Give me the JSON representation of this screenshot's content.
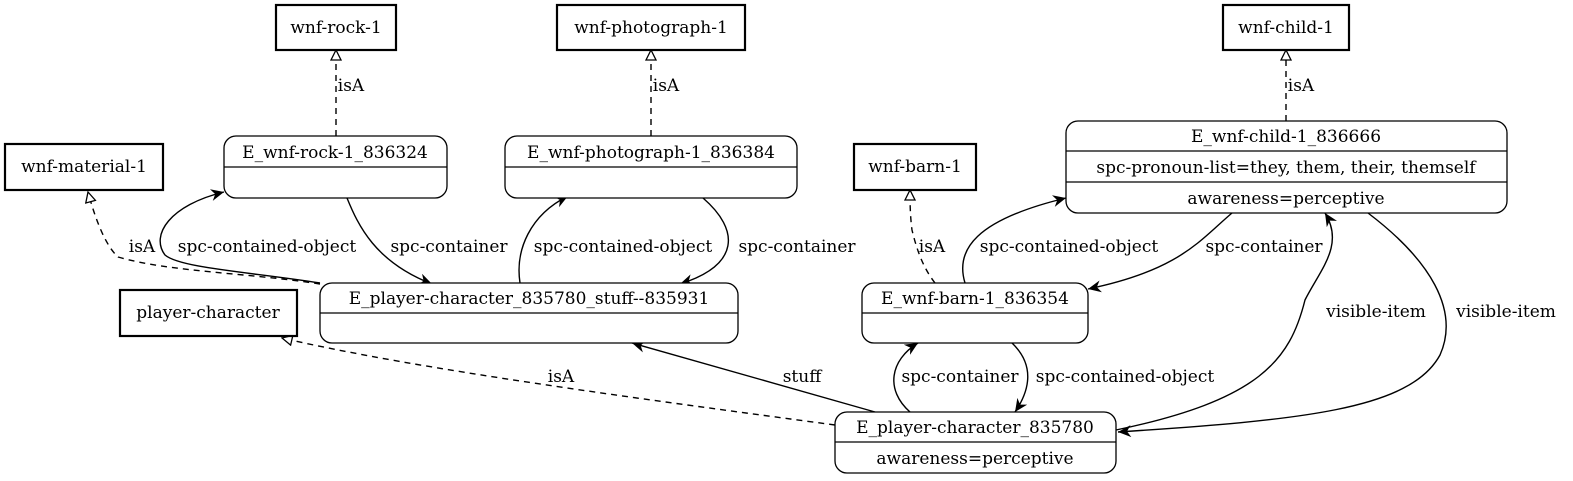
{
  "classes": {
    "rock": "wnf-rock-1",
    "photograph": "wnf-photograph-1",
    "child": "wnf-child-1",
    "material": "wnf-material-1",
    "barn": "wnf-barn-1",
    "player": "player-character"
  },
  "entities": {
    "rock": {
      "name": "E_wnf-rock-1_836324"
    },
    "photograph": {
      "name": "E_wnf-photograph-1_836384"
    },
    "child": {
      "name": "E_wnf-child-1_836666",
      "attr1": "spc-pronoun-list=they, them, their, themself",
      "attr2": "awareness=perceptive"
    },
    "stuff": {
      "name": "E_player-character_835780_stuff--835931"
    },
    "barn": {
      "name": "E_wnf-barn-1_836354"
    },
    "player": {
      "name": "E_player-character_835780",
      "attr1": "awareness=perceptive"
    }
  },
  "edges": {
    "isa_rock": "isA",
    "isa_photo": "isA",
    "isa_child": "isA",
    "isa_material": "isA",
    "isa_barn": "isA",
    "isa_player": "isA",
    "rock_contained": "spc-contained-object",
    "rock_container": "spc-container",
    "photo_contained": "spc-contained-object",
    "photo_container": "spc-container",
    "barn_contained": "spc-contained-object",
    "child_container": "spc-container",
    "stuff": "stuff",
    "player_container": "spc-container",
    "player_contained": "spc-contained-object",
    "visible1": "visible-item",
    "visible2": "visible-item"
  }
}
